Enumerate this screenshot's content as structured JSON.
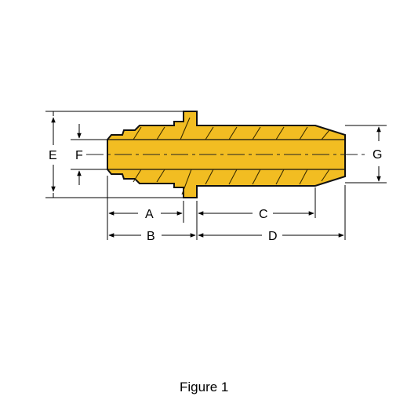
{
  "diagram": {
    "dimension_labels": {
      "a": "A",
      "b": "B",
      "c": "C",
      "d": "D",
      "e": "E",
      "f": "F",
      "g": "G"
    },
    "caption": "Figure 1",
    "colors": {
      "part_fill": "#f2bd22",
      "outline": "#111111",
      "background": "#ffffff"
    }
  }
}
